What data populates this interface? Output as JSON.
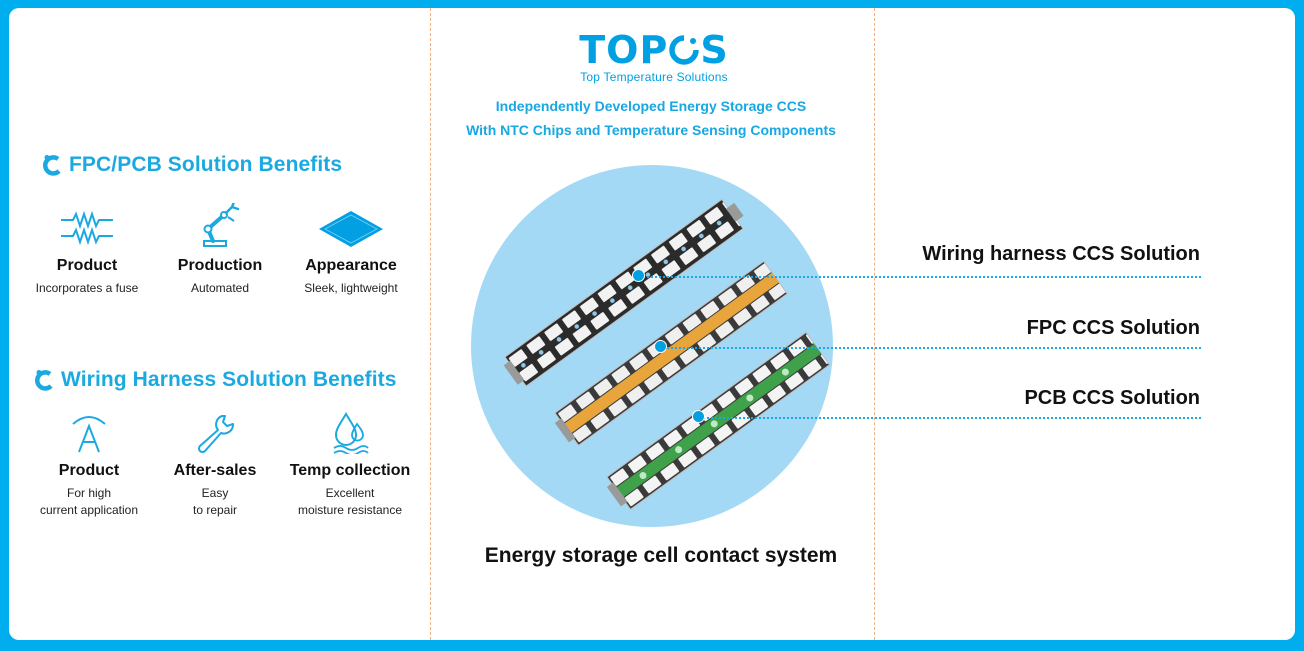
{
  "logo": {
    "word_left": "TOP",
    "word_right": "S",
    "tagline": "Top Temperature Solutions"
  },
  "headline": {
    "line1": "Independently Developed Energy Storage CCS",
    "line2": "With NTC Chips and Temperature Sensing Components"
  },
  "fpc_section": {
    "title": "FPC/PCB Solution Benefits",
    "benefits": [
      {
        "icon": "fuse-resistor-icon",
        "title": "Product",
        "desc": "Incorporates a fuse"
      },
      {
        "icon": "robot-arm-icon",
        "title": "Production",
        "desc": "Automated"
      },
      {
        "icon": "diamond-sheet-icon",
        "title": "Appearance",
        "desc": "Sleek, lightweight"
      }
    ]
  },
  "wiring_section": {
    "title": "Wiring Harness Solution Benefits",
    "benefits": [
      {
        "icon": "ampere-icon",
        "title": "Product",
        "desc1": "For high",
        "desc2": "current application"
      },
      {
        "icon": "wrench-icon",
        "title": "After-sales",
        "desc1": "Easy",
        "desc2": "to repair"
      },
      {
        "icon": "water-drops-icon",
        "title": "Temp collection",
        "desc1": "Excellent",
        "desc2": "moisture resistance"
      }
    ]
  },
  "solutions": [
    {
      "label": "Wiring harness CCS Solution"
    },
    {
      "label": "FPC CCS Solution"
    },
    {
      "label": "PCB CCS Solution"
    }
  ],
  "caption": "Energy storage cell contact system",
  "colors": {
    "frame": "#00AEEF",
    "brand": "#00A0E3",
    "title_blue": "#1BA9E1",
    "circle": "#A3D9F5",
    "divider": "#F2B183",
    "fpc_orange": "#E8A53C",
    "pcb_green": "#3FA24A"
  }
}
